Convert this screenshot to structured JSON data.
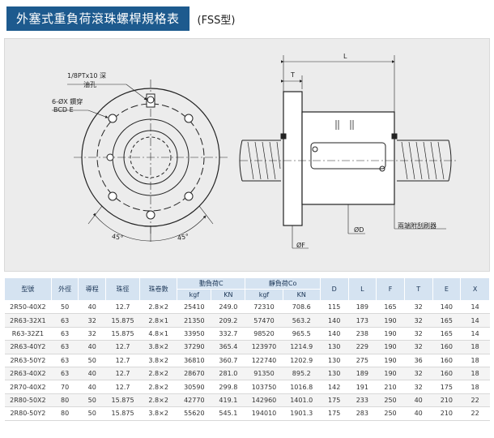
{
  "header": {
    "title": "外塞式重負荷滾珠螺桿規格表",
    "model_tag": "(FSS型)"
  },
  "drawing_labels": {
    "oil_hole_spec": "1/8PTx10 深",
    "oil_hole": "油孔",
    "bolt_holes": "6-ØX 鑽穿",
    "bcd": "BCD E",
    "angle_left": "45°",
    "angle_right": "45°",
    "dim_L": "L",
    "dim_T": "T",
    "dim_D": "ØD",
    "dim_F": "ØF",
    "wiper": "兩端附刮刷器"
  },
  "table": {
    "headers": {
      "model": "型號",
      "od": "外徑",
      "lead": "導程",
      "ball": "珠徑",
      "circuits": "珠卷數",
      "dynamic": "動負荷C",
      "static": "靜負荷Co",
      "kgf": "kgf",
      "kn": "KN",
      "D": "D",
      "L": "L",
      "F": "F",
      "T": "T",
      "E": "E",
      "X": "X"
    },
    "rows": [
      [
        "2R50-40X2",
        "50",
        "40",
        "12.7",
        "2.8×2",
        "25410",
        "249.0",
        "72310",
        "708.6",
        "115",
        "189",
        "165",
        "32",
        "140",
        "14"
      ],
      [
        "2R63-32X1",
        "63",
        "32",
        "15.875",
        "2.8×1",
        "21350",
        "209.2",
        "57470",
        "563.2",
        "140",
        "173",
        "190",
        "32",
        "165",
        "14"
      ],
      [
        "R63-32Z1",
        "63",
        "32",
        "15.875",
        "4.8×1",
        "33950",
        "332.7",
        "98520",
        "965.5",
        "140",
        "238",
        "190",
        "32",
        "165",
        "14"
      ],
      [
        "2R63-40Y2",
        "63",
        "40",
        "12.7",
        "3.8×2",
        "37290",
        "365.4",
        "123970",
        "1214.9",
        "130",
        "229",
        "190",
        "32",
        "160",
        "18"
      ],
      [
        "2R63-50Y2",
        "63",
        "50",
        "12.7",
        "3.8×2",
        "36810",
        "360.7",
        "122740",
        "1202.9",
        "130",
        "275",
        "190",
        "36",
        "160",
        "18"
      ],
      [
        "2R63-40X2",
        "63",
        "40",
        "12.7",
        "2.8×2",
        "28670",
        "281.0",
        "91350",
        "895.2",
        "130",
        "189",
        "190",
        "32",
        "160",
        "18"
      ],
      [
        "2R70-40X2",
        "70",
        "40",
        "12.7",
        "2.8×2",
        "30590",
        "299.8",
        "103750",
        "1016.8",
        "142",
        "191",
        "210",
        "32",
        "175",
        "18"
      ],
      [
        "2R80-50X2",
        "80",
        "50",
        "15.875",
        "2.8×2",
        "42770",
        "419.1",
        "142960",
        "1401.0",
        "175",
        "233",
        "250",
        "40",
        "210",
        "22"
      ],
      [
        "2R80-50Y2",
        "80",
        "50",
        "15.875",
        "3.8×2",
        "55620",
        "545.1",
        "194010",
        "1901.3",
        "175",
        "283",
        "250",
        "40",
        "210",
        "22"
      ]
    ]
  },
  "colors": {
    "title_bg": "#1d5a8e",
    "header_bg": "#d5e3f1",
    "drawing_bg": "#ececec"
  }
}
